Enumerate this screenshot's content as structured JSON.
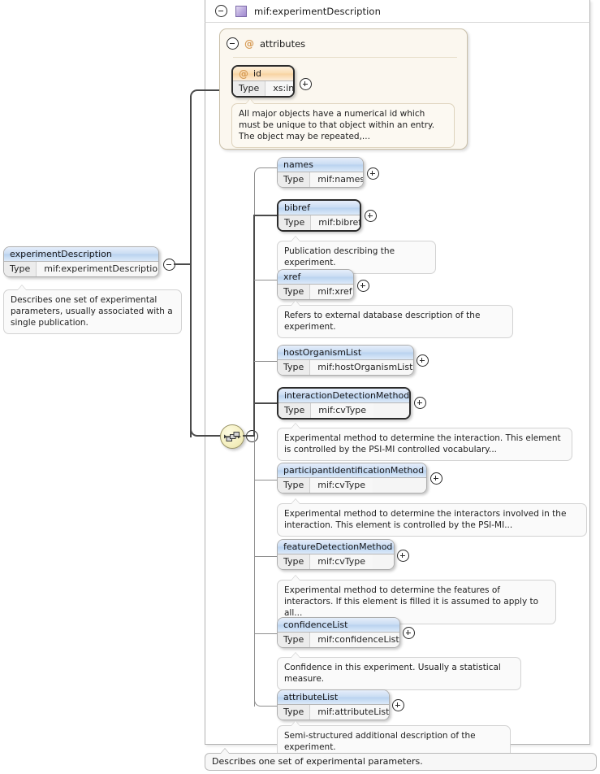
{
  "diagram": {
    "kind": "xml-schema-element-diagram",
    "complex_type": {
      "title": "mif:experimentDescription",
      "glyph": "complextype-square-icon",
      "toggle": "collapse-minus-icon"
    },
    "attributes_group": {
      "label": "attributes",
      "symbol": "at-sign-icon",
      "toggle": "collapse-minus-icon",
      "attributes": [
        {
          "name": "id",
          "symbol": "at-sign-icon",
          "type_key": "Type",
          "type_value": "xs:int",
          "use": "required",
          "expander": "expand-plus-icon",
          "annotation": "All major objects have a numerical id which must be unique to that object within an entry. The object may be repeated,..."
        }
      ]
    },
    "root_element": {
      "name": "experimentDescription",
      "type_key": "Type",
      "type_value": "mif:experimentDescription",
      "toggle": "collapse-minus-icon",
      "annotation": "Describes one set of experimental parameters, usually associated with a single publication."
    },
    "compositor": {
      "kind": "sequence-icon",
      "toggle": "collapse-minus-icon"
    },
    "children": [
      {
        "name": "names",
        "type_key": "Type",
        "type_value": "mif:names",
        "occurrence": "optional",
        "expander": "expand-plus-icon",
        "annotation": ""
      },
      {
        "name": "bibref",
        "type_key": "Type",
        "type_value": "mif:bibref",
        "occurrence": "required",
        "expander": "expand-plus-icon",
        "annotation": "Publication describing the experiment."
      },
      {
        "name": "xref",
        "type_key": "Type",
        "type_value": "mif:xref",
        "occurrence": "optional",
        "expander": "expand-plus-icon",
        "annotation": "Refers to external database description of the experiment."
      },
      {
        "name": "hostOrganismList",
        "type_key": "Type",
        "type_value": "mif:hostOrganismList",
        "occurrence": "optional",
        "expander": "expand-plus-icon",
        "annotation": ""
      },
      {
        "name": "interactionDetectionMethod",
        "type_key": "Type",
        "type_value": "mif:cvType",
        "occurrence": "required",
        "expander": "expand-plus-icon",
        "annotation": "Experimental method to determine the interaction. This element is controlled by the PSI-MI controlled vocabulary..."
      },
      {
        "name": "participantIdentificationMethod",
        "type_key": "Type",
        "type_value": "mif:cvType",
        "occurrence": "optional",
        "expander": "expand-plus-icon",
        "annotation": "Experimental method to determine the interactors involved in the interaction. This element is controlled by the PSI-MI..."
      },
      {
        "name": "featureDetectionMethod",
        "type_key": "Type",
        "type_value": "mif:cvType",
        "occurrence": "optional",
        "expander": "expand-plus-icon",
        "annotation": "Experimental method to determine the features of interactors. If this element is filled it is assumed to apply to all..."
      },
      {
        "name": "confidenceList",
        "type_key": "Type",
        "type_value": "mif:confidenceList",
        "occurrence": "optional",
        "expander": "expand-plus-icon",
        "annotation": "Confidence in this experiment. Usually a statistical measure."
      },
      {
        "name": "attributeList",
        "type_key": "Type",
        "type_value": "mif:attributeList",
        "occurrence": "optional",
        "expander": "expand-plus-icon",
        "annotation": "Semi-structured additional description of the experiment."
      }
    ],
    "tooltip": "Describes one set of experimental parameters.",
    "colors": {
      "element_header": "#c9dcf3",
      "attribute_header": "#f8d3a0",
      "attributes_panel": "#fbf7ef",
      "compositor": "#f5f0c2",
      "complextype_glyph": "#b9a8dd",
      "connector": "#8f8f8f",
      "connector_required": "#4a4a4a"
    }
  }
}
